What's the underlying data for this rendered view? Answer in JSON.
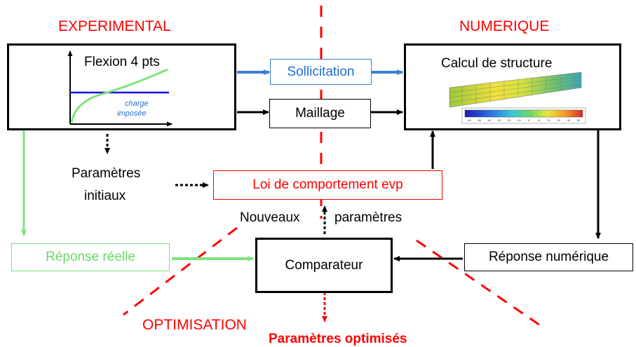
{
  "sections": {
    "experimental": "EXPERIMENTAL",
    "numerique": "NUMERIQUE",
    "optimisation": "OPTIMISATION"
  },
  "experimental_box": {
    "title": "Flexion 4 pts",
    "curve_label_line1": "charge",
    "curve_label_line2": "imposée"
  },
  "sollicitation": "Sollicitation",
  "maillage": "Maillage",
  "calcul": "Calcul de structure",
  "parametres_initiaux_line1": "Paramètres",
  "parametres_initiaux_line2": "initiaux",
  "loi": "Loi de comportement evp",
  "nouveaux": "Nouveaux",
  "parametres": "paramètres",
  "reponse_reelle": "Réponse réelle",
  "comparateur": "Comparateur",
  "reponse_numerique": "Réponse numérique",
  "parametres_optimises": "Paramètres optimisés",
  "colorbar_ticks": [
    "-60",
    "-50",
    "-40",
    "-30",
    "-20",
    "-10",
    "0",
    "10",
    "20",
    "30",
    "40",
    "50"
  ],
  "colors": {
    "red": "#ff0000",
    "blue": "#3a7fd9",
    "green": "#7de37d",
    "black": "#000000"
  }
}
